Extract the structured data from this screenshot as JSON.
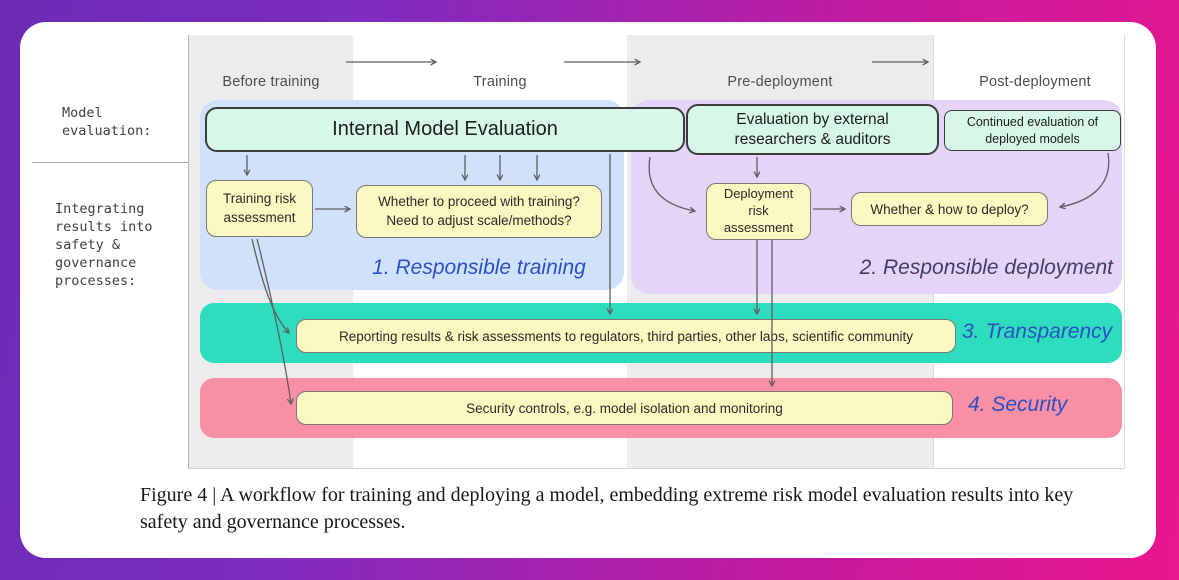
{
  "stages": {
    "before": "Before training",
    "training": "Training",
    "pre": "Pre-deployment",
    "post": "Post-deployment"
  },
  "row_labels": {
    "model_evaluation": "Model\nevaluation:",
    "integration": "Integrating\nresults into\nsafety &\ngovernance\nprocesses:"
  },
  "evaluation": {
    "internal": "Internal Model Evaluation",
    "external": "Evaluation by external\nresearchers & auditors",
    "continued": "Continued evaluation of\ndeployed models"
  },
  "process": {
    "training_risk": "Training risk\nassessment",
    "proceed": "Whether to proceed with training?\nNeed to adjust scale/methods?",
    "deployment_risk": "Deployment\nrisk\nassessment",
    "how_deploy": "Whether & how to deploy?",
    "reporting": "Reporting results & risk assessments to regulators, third parties, other labs, scientific community",
    "security": "Security controls, e.g. model isolation and monitoring"
  },
  "regions": {
    "responsible_training": "1. Responsible training",
    "responsible_deployment": "2. Responsible deployment",
    "transparency": "3. Transparency",
    "security": "4. Security"
  },
  "caption": "Figure 4 | A workflow for training and deploying a model, embedding extreme risk model evaluation results into key safety and governance processes.",
  "colors": {
    "border_gradient_start": "#6c2bb5",
    "border_gradient_end": "#ea168d",
    "column_stripe": "#ececec",
    "region_training": "#cfe1fb",
    "region_deployment": "#e3d4f8",
    "band_transparency": "#2edcbe",
    "band_security": "#f98fa4",
    "eval_box": "#d7f8e9",
    "process_box": "#fcf8c2",
    "region_label_blue": "#2b50c4",
    "region_label_dark": "#403d66",
    "arrow": "#5f5f5f"
  }
}
